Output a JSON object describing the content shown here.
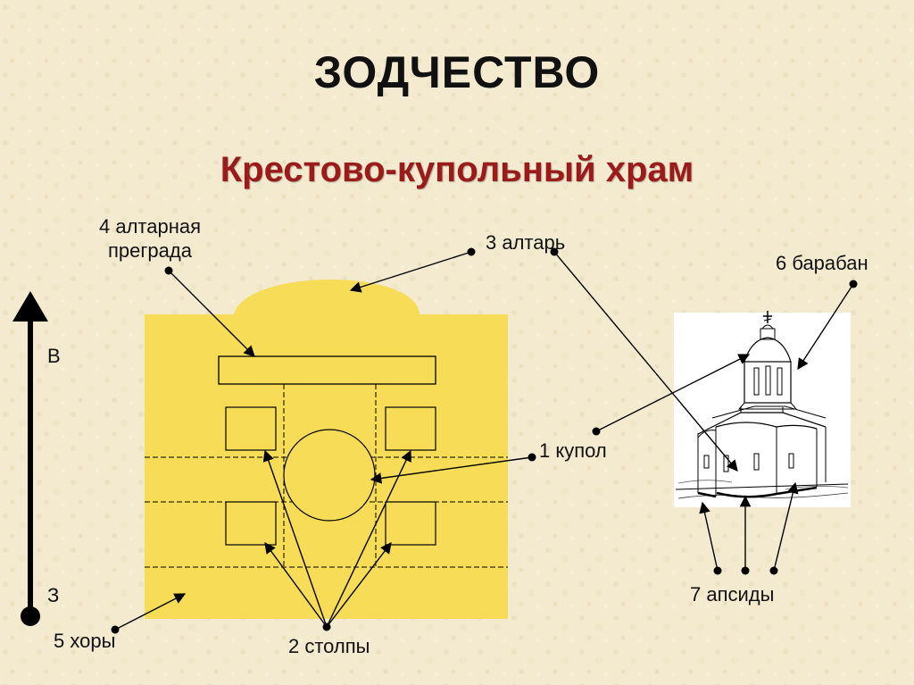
{
  "title": "ЗОДЧЕСТВО",
  "subtitle": "Крестово-купольный храм",
  "labels": {
    "altar_barrier_line1": "4 алтарная",
    "altar_barrier_line2": "преграда",
    "altar": "3 алтарь",
    "drum": "6 барабан",
    "dome": "1 купол",
    "pillars": "2 столпы",
    "choir": "5 хоры",
    "apses": "7 апсиды",
    "east": "В",
    "west": "З"
  },
  "colors": {
    "background": "#f3ead0",
    "plan_fill": "#f7dc58",
    "title": "#111111",
    "subtitle": "#9b1b1b"
  }
}
